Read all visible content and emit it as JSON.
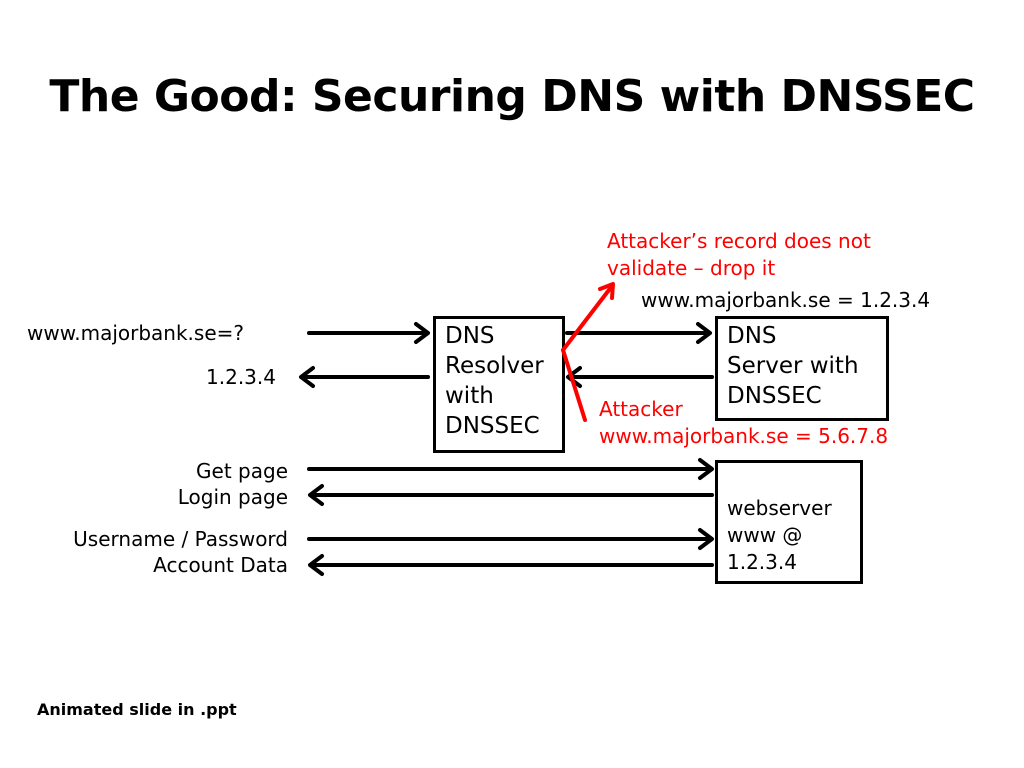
{
  "title": "The Good: Securing DNS with DNSSEC",
  "client": {
    "query": "www.majorbank.se=?",
    "answer": "1.2.3.4",
    "get_page": "Get page",
    "login_page": "Login page",
    "credentials": "Username / Password",
    "account_data": "Account Data"
  },
  "resolver": {
    "lines": [
      "DNS",
      "Resolver",
      "with",
      "DNSSEC"
    ]
  },
  "dns_server": {
    "lines": [
      "DNS",
      "Server with",
      "DNSSEC"
    ],
    "record": "www.majorbank.se = 1.2.3.4"
  },
  "attacker": {
    "label": "Attacker",
    "record": "www.majorbank.se = 5.6.7.8",
    "note_lines": [
      "Attacker’s record does not",
      "validate – drop it"
    ]
  },
  "webserver": {
    "lines": [
      "webserver",
      "www @",
      "1.2.3.4"
    ]
  },
  "footnote": "Animated slide in .ppt",
  "colors": {
    "text": "#000000",
    "attack": "#ff0000",
    "background": "#ffffff"
  }
}
